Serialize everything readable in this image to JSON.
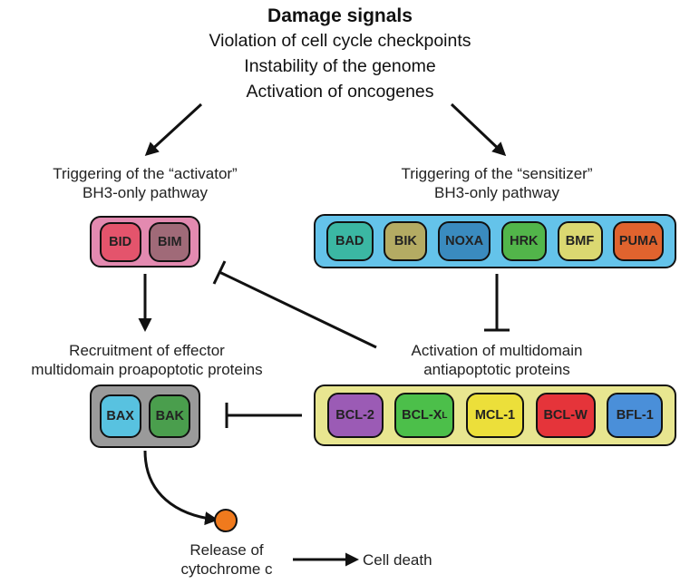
{
  "header": {
    "title": "Damage signals",
    "lines": [
      "Violation of cell cycle checkpoints",
      "Instability of the genome",
      "Activation of oncogenes"
    ]
  },
  "activator": {
    "label": [
      "Triggering of the “activator”",
      "BH3-only pathway"
    ],
    "proteins": [
      {
        "name": "BID",
        "color": "#e4546c"
      },
      {
        "name": "BIM",
        "color": "#a06a78"
      }
    ],
    "group_color": "#e38ab0"
  },
  "sensitizer": {
    "label": [
      "Triggering of the “sensitizer”",
      "BH3-only pathway"
    ],
    "proteins": [
      {
        "name": "BAD",
        "color": "#3bb7a3"
      },
      {
        "name": "BIK",
        "color": "#b4ab63"
      },
      {
        "name": "NOXA",
        "color": "#3a8bbf"
      },
      {
        "name": "HRK",
        "color": "#52b54a"
      },
      {
        "name": "BMF",
        "color": "#dbd871"
      },
      {
        "name": "PUMA",
        "color": "#e0632e"
      }
    ],
    "group_color": "#64c3ea"
  },
  "effector": {
    "label": [
      "Recruitment of effector",
      "multidomain proapoptotic proteins"
    ],
    "proteins": [
      {
        "name": "BAX",
        "color": "#58c2e0"
      },
      {
        "name": "BAK",
        "color": "#4a9e4d"
      }
    ],
    "group_color": "#9a9a9a"
  },
  "antiapoptotic": {
    "label": [
      "Activation of multidomain",
      "antiapoptotic proteins"
    ],
    "proteins": [
      {
        "name": "BCL-2",
        "sub": "",
        "color": "#9b5bb5"
      },
      {
        "name": "BCL-X",
        "sub": "L",
        "color": "#4cbf4a"
      },
      {
        "name": "MCL-1",
        "sub": "",
        "color": "#ecdf3a"
      },
      {
        "name": "BCL-W",
        "sub": "",
        "color": "#e5343a"
      },
      {
        "name": "BFL-1",
        "sub": "",
        "color": "#4a8fd9"
      }
    ],
    "group_color": "#e8e690"
  },
  "release": {
    "label": [
      "Release of",
      "cytochrome c"
    ],
    "dot_color": "#f07a1d"
  },
  "death": {
    "label": "Cell death"
  }
}
